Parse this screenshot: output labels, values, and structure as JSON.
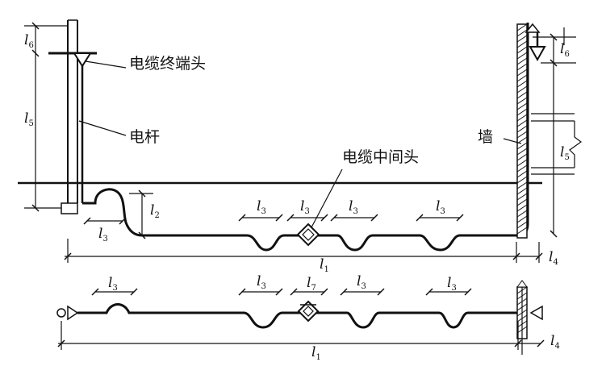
{
  "labels": {
    "terminal_head": "电缆终端头",
    "pole": "电杆",
    "wall": "墙",
    "middle_joint": "电缆中间头"
  },
  "dimensions": {
    "l1": "l",
    "l1_sub": "1",
    "l2": "l",
    "l2_sub": "2",
    "l3": "l",
    "l3_sub": "3",
    "l4": "l",
    "l4_sub": "4",
    "l5": "l",
    "l5_sub": "5",
    "l6": "l",
    "l6_sub": "6",
    "l7": "l",
    "l7_sub": "7"
  }
}
